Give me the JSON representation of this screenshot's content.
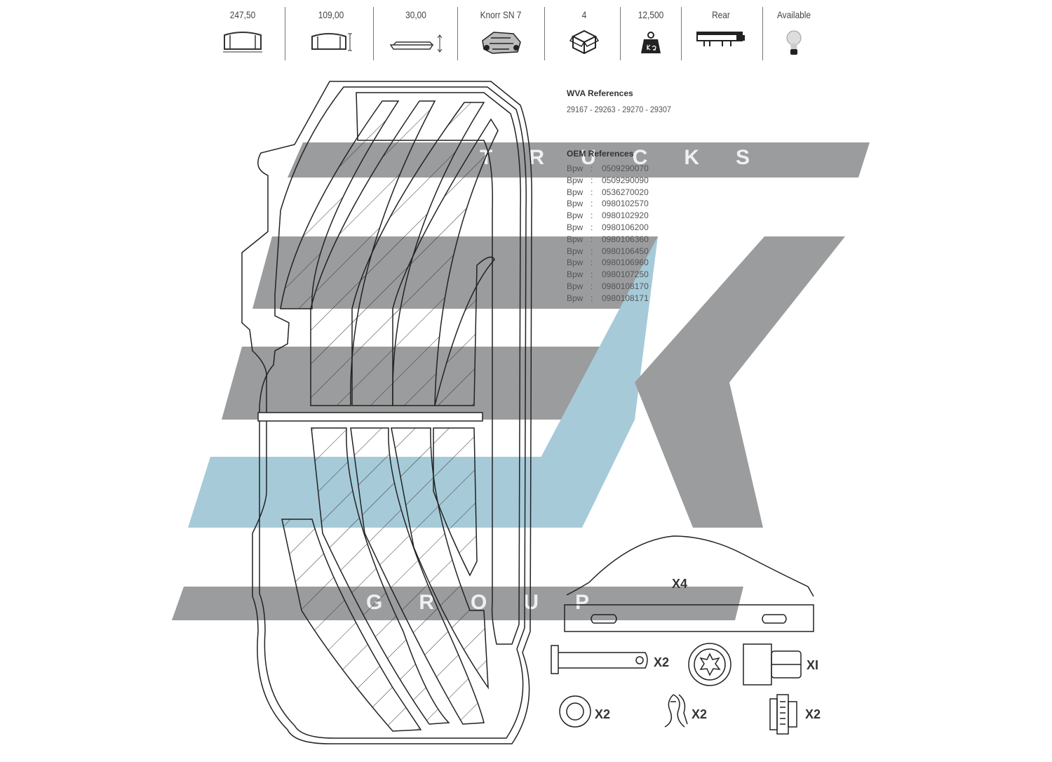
{
  "specs": [
    {
      "value": "247,50",
      "icon": "pad-length-icon"
    },
    {
      "value": "109,00",
      "icon": "pad-width-icon"
    },
    {
      "value": "30,00",
      "icon": "pad-thickness-icon"
    },
    {
      "value": "Knorr SN 7",
      "icon": "caliper-icon"
    },
    {
      "value": "4",
      "icon": "box-icon"
    },
    {
      "value": "12,500",
      "icon": "weight-icon"
    },
    {
      "value": "Rear",
      "icon": "trailer-axle-icon"
    },
    {
      "value": "Available",
      "icon": "bulb-icon"
    }
  ],
  "wva": {
    "heading": "WVA References",
    "values": "29167 - 29263 - 29270 - 29307"
  },
  "oem": {
    "heading": "OEM References",
    "rows": [
      {
        "brand": "Bpw",
        "sep": ":",
        "code": "0509290070"
      },
      {
        "brand": "Bpw",
        "sep": ":",
        "code": "0509290090"
      },
      {
        "brand": "Bpw",
        "sep": ":",
        "code": "0536270020"
      },
      {
        "brand": "Bpw",
        "sep": ":",
        "code": "0980102570"
      },
      {
        "brand": "Bpw",
        "sep": ":",
        "code": "0980102920"
      },
      {
        "brand": "Bpw",
        "sep": ":",
        "code": "0980106200"
      },
      {
        "brand": "Bpw",
        "sep": ":",
        "code": "0980106360"
      },
      {
        "brand": "Bpw",
        "sep": ":",
        "code": "0980106450"
      },
      {
        "brand": "Bpw",
        "sep": ":",
        "code": "0980106960"
      },
      {
        "brand": "Bpw",
        "sep": ":",
        "code": "0980107250"
      },
      {
        "brand": "Bpw",
        "sep": ":",
        "code": "0980108170"
      },
      {
        "brand": "Bpw",
        "sep": ":",
        "code": "0980108171"
      }
    ]
  },
  "watermark": {
    "top_text": "TRUCKS",
    "bottom_text": "GROUP",
    "gray": "#9a9c9d",
    "blue": "#a6cad8"
  },
  "kit": {
    "spring_qty": "X4",
    "pin_qty": "X2",
    "bolt_qty": "XI",
    "washer_qty": "X2",
    "clip_qty": "X2",
    "bushing_qty": "X2"
  }
}
